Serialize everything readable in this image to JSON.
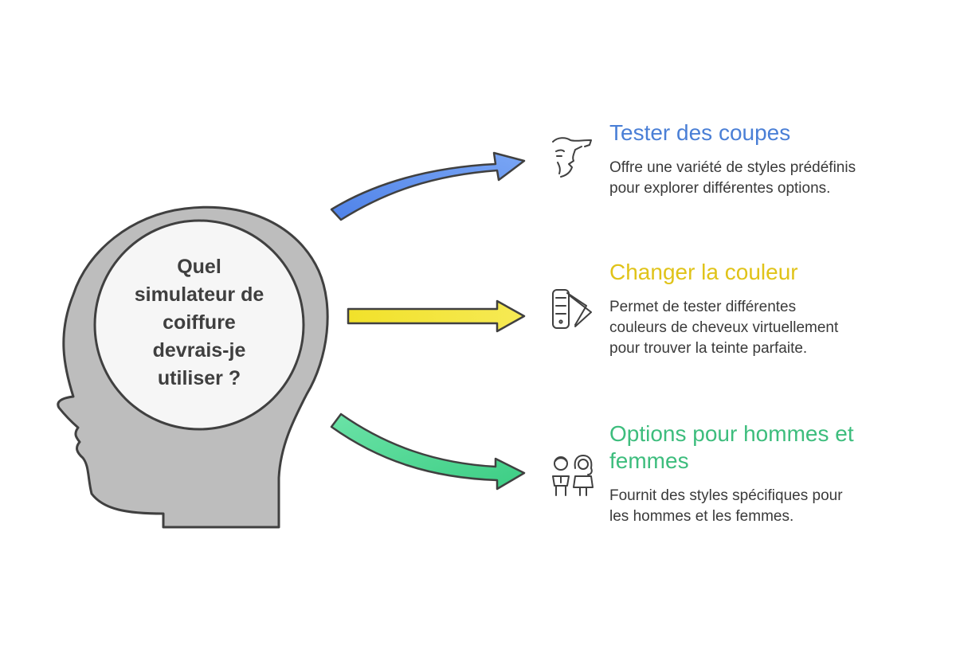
{
  "question": {
    "lines": [
      "Quel",
      "simulateur de",
      "coiffure",
      "devrais-je",
      "utiliser ?"
    ]
  },
  "options": [
    {
      "title": "Tester des coupes",
      "color": "#4a7fd6",
      "icon": "face-profile-icon",
      "desc_lines": [
        "Offre une variété de styles prédéfinis",
        "pour explorer différentes options."
      ]
    },
    {
      "title": "Changer la couleur",
      "color": "#e0c319",
      "icon": "color-swatch-icon",
      "desc_lines": [
        "Permet de tester différentes",
        "couleurs de cheveux virtuellement",
        "pour trouver la teinte parfaite."
      ]
    },
    {
      "title": "Options pour hommes et femmes",
      "title_lines": [
        "Options pour hommes et",
        "femmes"
      ],
      "color": "#3dbd7d",
      "icon": "man-woman-icon",
      "desc_lines": [
        "Fournit des styles spécifiques pour",
        "les hommes et les femmes."
      ]
    }
  ],
  "colors": {
    "head_fill": "#bdbdbd",
    "outline": "#404040",
    "arrow_blue": "#5a8ff0",
    "arrow_yellow": "#f3e32e",
    "arrow_green": "#4fd694"
  }
}
